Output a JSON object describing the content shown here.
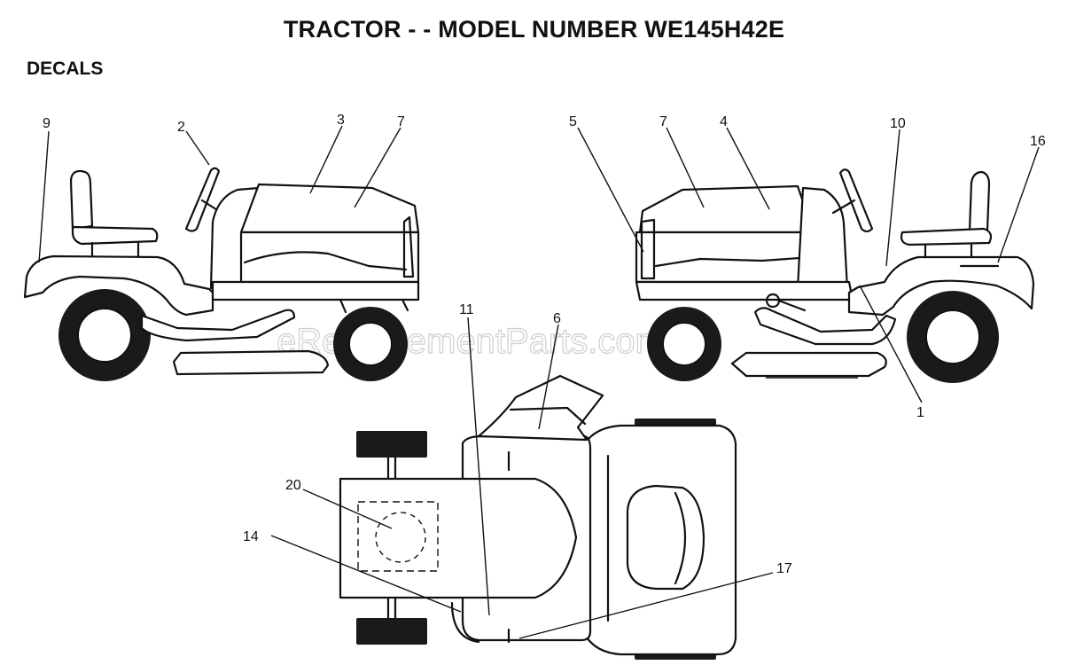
{
  "title": "TRACTOR - - MODEL NUMBER WE145H42E",
  "section": "DECALS",
  "watermark": "eReplacementParts.com",
  "callouts": {
    "c9": "9",
    "c2": "2",
    "c3": "3",
    "c7a": "7",
    "c5": "5",
    "c7b": "7",
    "c4": "4",
    "c10": "10",
    "c16": "16",
    "c11": "11",
    "c6": "6",
    "c1": "1",
    "c20": "20",
    "c14": "14",
    "c17": "17"
  }
}
